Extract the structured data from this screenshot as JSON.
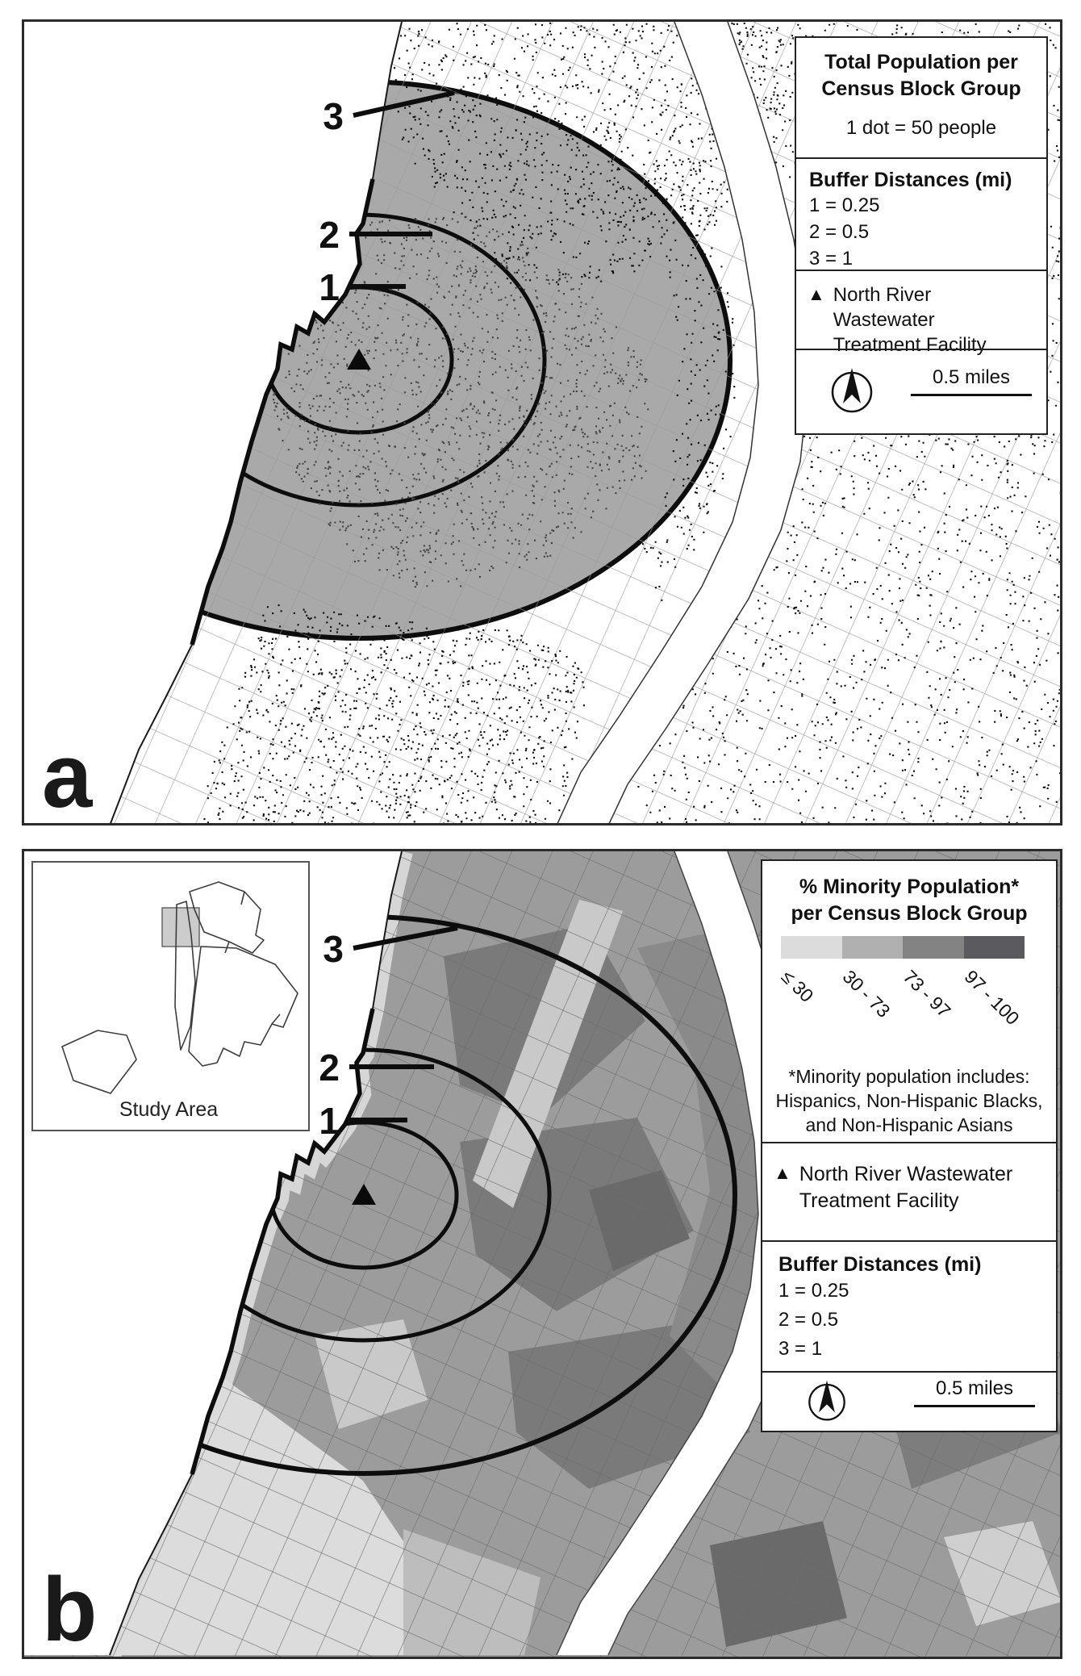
{
  "panel_a": {
    "label": "a",
    "ring_labels": [
      "3",
      "2",
      "1"
    ],
    "legend": {
      "title_lines": [
        "Total Population per",
        "Census Block Group"
      ],
      "dot_note": "1 dot = 50 people",
      "buffer_heading": "Buffer Distances (mi)",
      "buffer_items": [
        "1 = 0.25",
        "2 = 0.5",
        "3 = 1"
      ],
      "facility_marker": "▲",
      "facility_lines": [
        "North River Wastewater",
        "Treatment Facility"
      ],
      "scale_label": "0.5 miles"
    },
    "map_colors": {
      "buffer_fill": "#a9a9a9",
      "dot_color": "#0d0d0d",
      "buffer_dot_color": "#454545"
    }
  },
  "panel_b": {
    "label": "b",
    "ring_labels": [
      "3",
      "2",
      "1"
    ],
    "inset": {
      "label": "Study Area"
    },
    "legend": {
      "title_lines": [
        "% Minority Population*",
        "per Census Block Group"
      ],
      "classes": [
        {
          "label": "≤ 30",
          "color": "#dcdcdc"
        },
        {
          "label": "30 - 73",
          "color": "#b0b0b0"
        },
        {
          "label": "73 - 97",
          "color": "#838383"
        },
        {
          "label": "97 - 100",
          "color": "#5b5b5f"
        }
      ],
      "footnote_lines": [
        "*Minority population includes:",
        "Hispanics, Non-Hispanic Blacks,",
        "and Non-Hispanic Asians"
      ],
      "facility_marker": "▲",
      "facility_lines": [
        "North River Wastewater",
        "Treatment Facility"
      ],
      "buffer_heading": "Buffer Distances (mi)",
      "buffer_items": [
        "1 = 0.25",
        "2 = 0.5",
        "3 = 1"
      ],
      "scale_label": "0.5 miles"
    }
  }
}
